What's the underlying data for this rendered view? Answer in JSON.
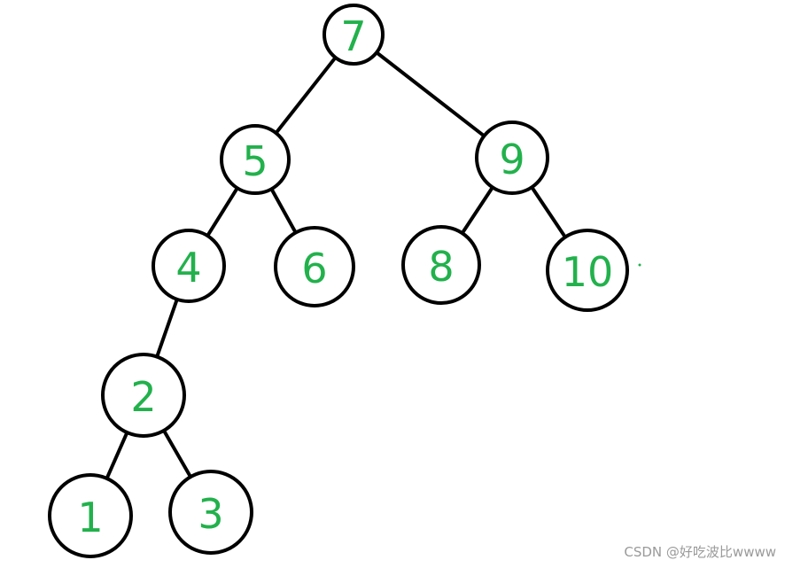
{
  "colors": {
    "node_stroke": "#000000",
    "edge_stroke": "#000000",
    "label_color": "#22b14c",
    "background": "#ffffff"
  },
  "tree": {
    "nodes": [
      {
        "id": "n7",
        "label": "7"
      },
      {
        "id": "n5",
        "label": "5"
      },
      {
        "id": "n9",
        "label": "9"
      },
      {
        "id": "n4",
        "label": "4"
      },
      {
        "id": "n6",
        "label": "6"
      },
      {
        "id": "n8",
        "label": "8"
      },
      {
        "id": "n10",
        "label": "10"
      },
      {
        "id": "n2",
        "label": "2"
      },
      {
        "id": "n1",
        "label": "1"
      },
      {
        "id": "n3",
        "label": "3"
      }
    ],
    "edges": [
      {
        "from": "n7",
        "to": "n5"
      },
      {
        "from": "n7",
        "to": "n9"
      },
      {
        "from": "n5",
        "to": "n4"
      },
      {
        "from": "n5",
        "to": "n6"
      },
      {
        "from": "n9",
        "to": "n8"
      },
      {
        "from": "n9",
        "to": "n10"
      },
      {
        "from": "n4",
        "to": "n2"
      },
      {
        "from": "n2",
        "to": "n1"
      },
      {
        "from": "n2",
        "to": "n3"
      }
    ]
  },
  "watermark": {
    "text": "CSDN @好吃波比wwww"
  }
}
